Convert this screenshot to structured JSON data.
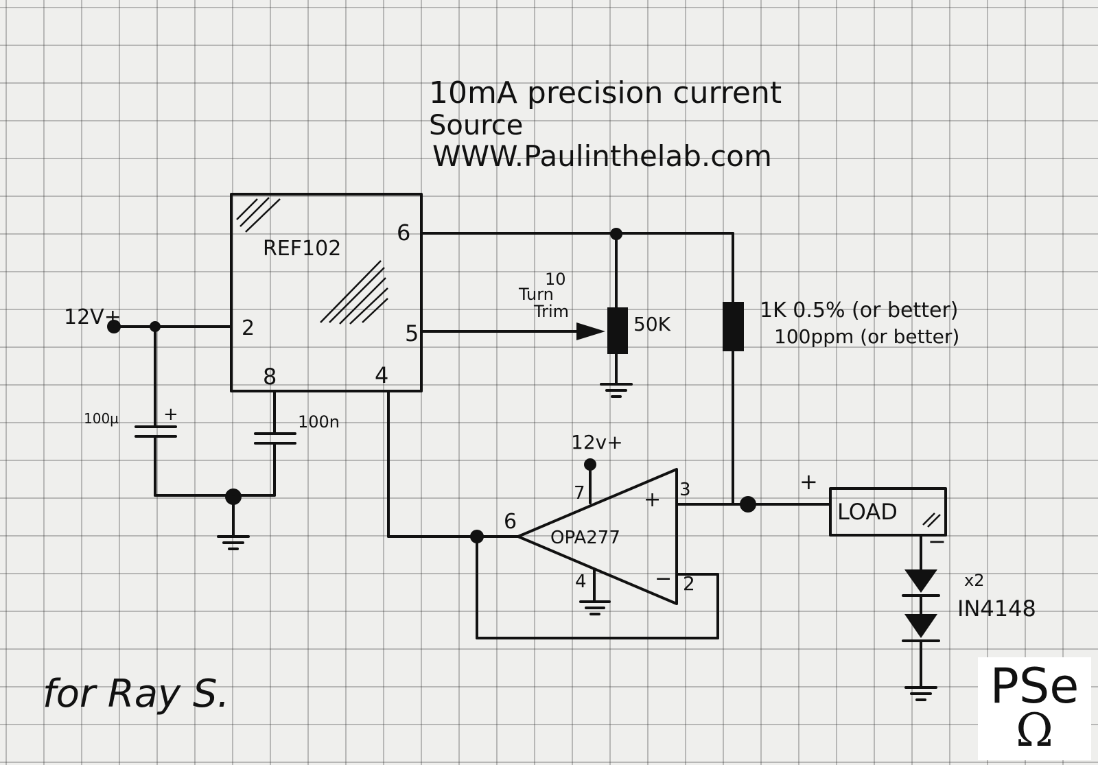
{
  "title": {
    "line1": "10mA precision current",
    "line2": "Source",
    "url": "WWW.Paulinthelab.com"
  },
  "ref_chip": {
    "name": "REF102",
    "pin_in": "2",
    "pin_out": "6",
    "pin_trim": "5",
    "pin_gnd": "4",
    "pin_nr": "8"
  },
  "supply_label": "12V+",
  "cap_electrolytic": {
    "value": "100µ",
    "polarity": "+"
  },
  "cap_ceramic": {
    "value": "100n"
  },
  "trimmer": {
    "line1": "10",
    "line2": "Turn",
    "line3": "Trim",
    "value": "50K"
  },
  "resistor": {
    "line1": "1K 0.5% (or better)",
    "line2": "100ppm (or better)"
  },
  "opamp": {
    "name": "OPA277",
    "supply": "12v+",
    "pin_vplus": "7",
    "pin_gnd": "4",
    "pin_out": "6",
    "pin_noninv": "3",
    "pin_inv": "2",
    "sign_noninv": "+",
    "sign_inv": "−"
  },
  "load": {
    "label": "LOAD",
    "plus": "+",
    "minus": "−"
  },
  "diodes": {
    "count": "x2",
    "part": "IN4148"
  },
  "dedication": "for Ray S.",
  "logo": {
    "text": "PSe",
    "symbol": "Ω"
  }
}
